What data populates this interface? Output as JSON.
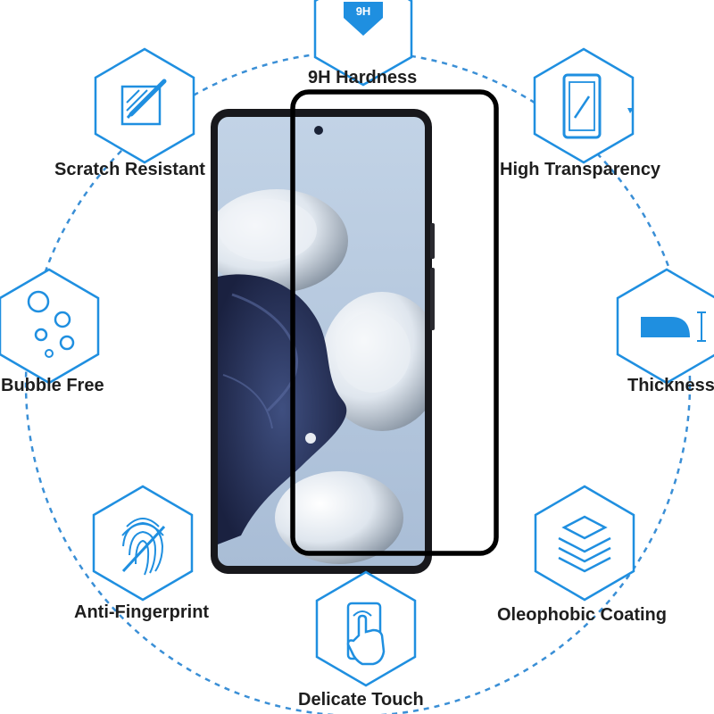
{
  "features": {
    "hardness": "9H Hardness",
    "hardness_badge": "9H",
    "scratch": "Scratch Resistant",
    "transparency": "High Transparency",
    "bubble": "Bubble Free",
    "thickness": "Thickness",
    "fingerprint": "Anti-Fingerprint",
    "oleophobic": "Oleophobic Coating",
    "touch": "Delicate Touch"
  },
  "icons": {
    "hardness": "hardness-shield-icon",
    "scratch": "scratch-pencil-icon",
    "transparency": "phone-outline-icon",
    "bubble": "bubbles-icon",
    "thickness": "glass-edge-icon",
    "fingerprint": "fingerprint-icon",
    "oleophobic": "layers-icon",
    "touch": "hand-tap-icon"
  },
  "colors": {
    "accent": "#1f8fe0",
    "dashed_circle": "#3a8fd6",
    "text": "#1e1e1e",
    "phone_frame": "#18181c",
    "glass_border": "#000000",
    "screen_bg": "#b4c7de"
  }
}
